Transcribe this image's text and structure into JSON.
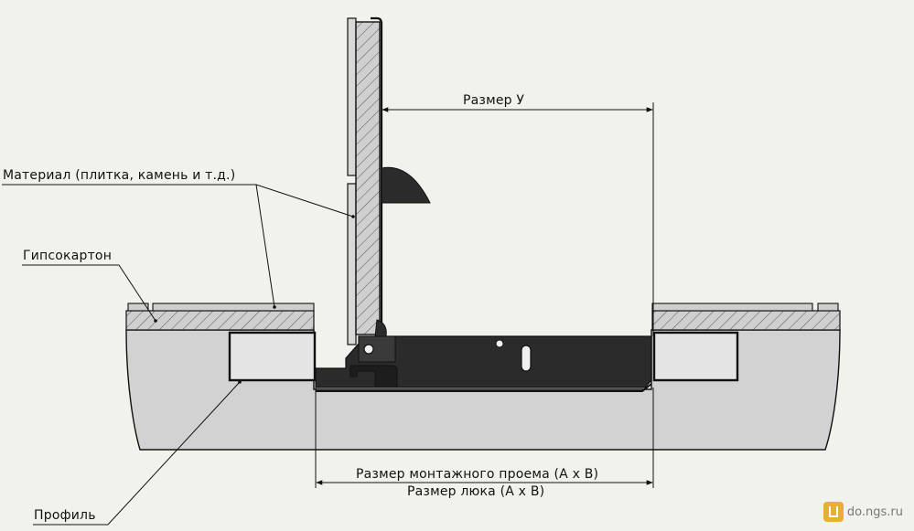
{
  "labels": {
    "material": "Материал (плитка, камень и т.д.)",
    "drywall": "Гипсокартон",
    "profile": "Профиль",
    "size_y": "Размер У",
    "opening_size": "Размер монтажного проема (А х В)",
    "hatch_size": "Размер люка (А х В)"
  },
  "watermark": {
    "text": "do.ngs.ru"
  },
  "colors": {
    "background": "#f2f2ec",
    "wall": "#d2d2d2",
    "gypsum": "#c8c8c8",
    "profile": "#e4e4e4",
    "metal": "#2b2b2b",
    "line": "#111111",
    "watermark_logo": "#e8ae35"
  }
}
